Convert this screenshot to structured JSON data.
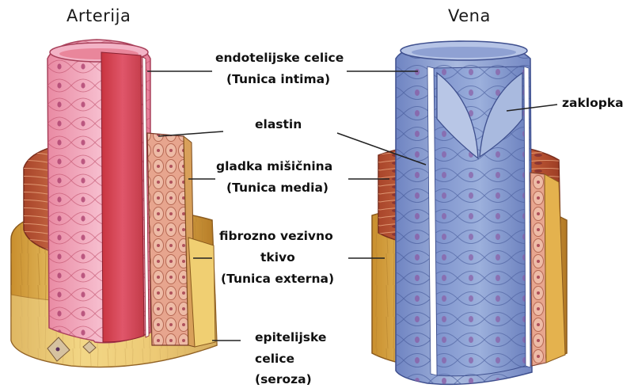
{
  "titles": {
    "artery": "Arterija",
    "vein": "Vena"
  },
  "labels": {
    "endothelial": "endotelijske celice",
    "intima": "(Tunica intima)",
    "elastin": "elastin",
    "smooth_muscle": "gladka mišičnina",
    "media": "(Tunica media)",
    "fibrous_1": "fibrozno vezivno",
    "fibrous_2": "tkivo",
    "externa": "(Tunica externa)",
    "epithelial_1": "epitelijske",
    "epithelial_2": "celice",
    "serosa": "(seroza)",
    "valve": "zaklopka"
  },
  "colors": {
    "endothelium_red": "#d94a5a",
    "endothelium_pink": "#f0a3b8",
    "muscle": "#c8613a",
    "fibrous": "#e8c160",
    "elastin": "#7a4fa0",
    "vein_blue": "#8fa4d6",
    "vein_dark": "#5a6fb0",
    "nucleus": "#8a3a8a"
  }
}
